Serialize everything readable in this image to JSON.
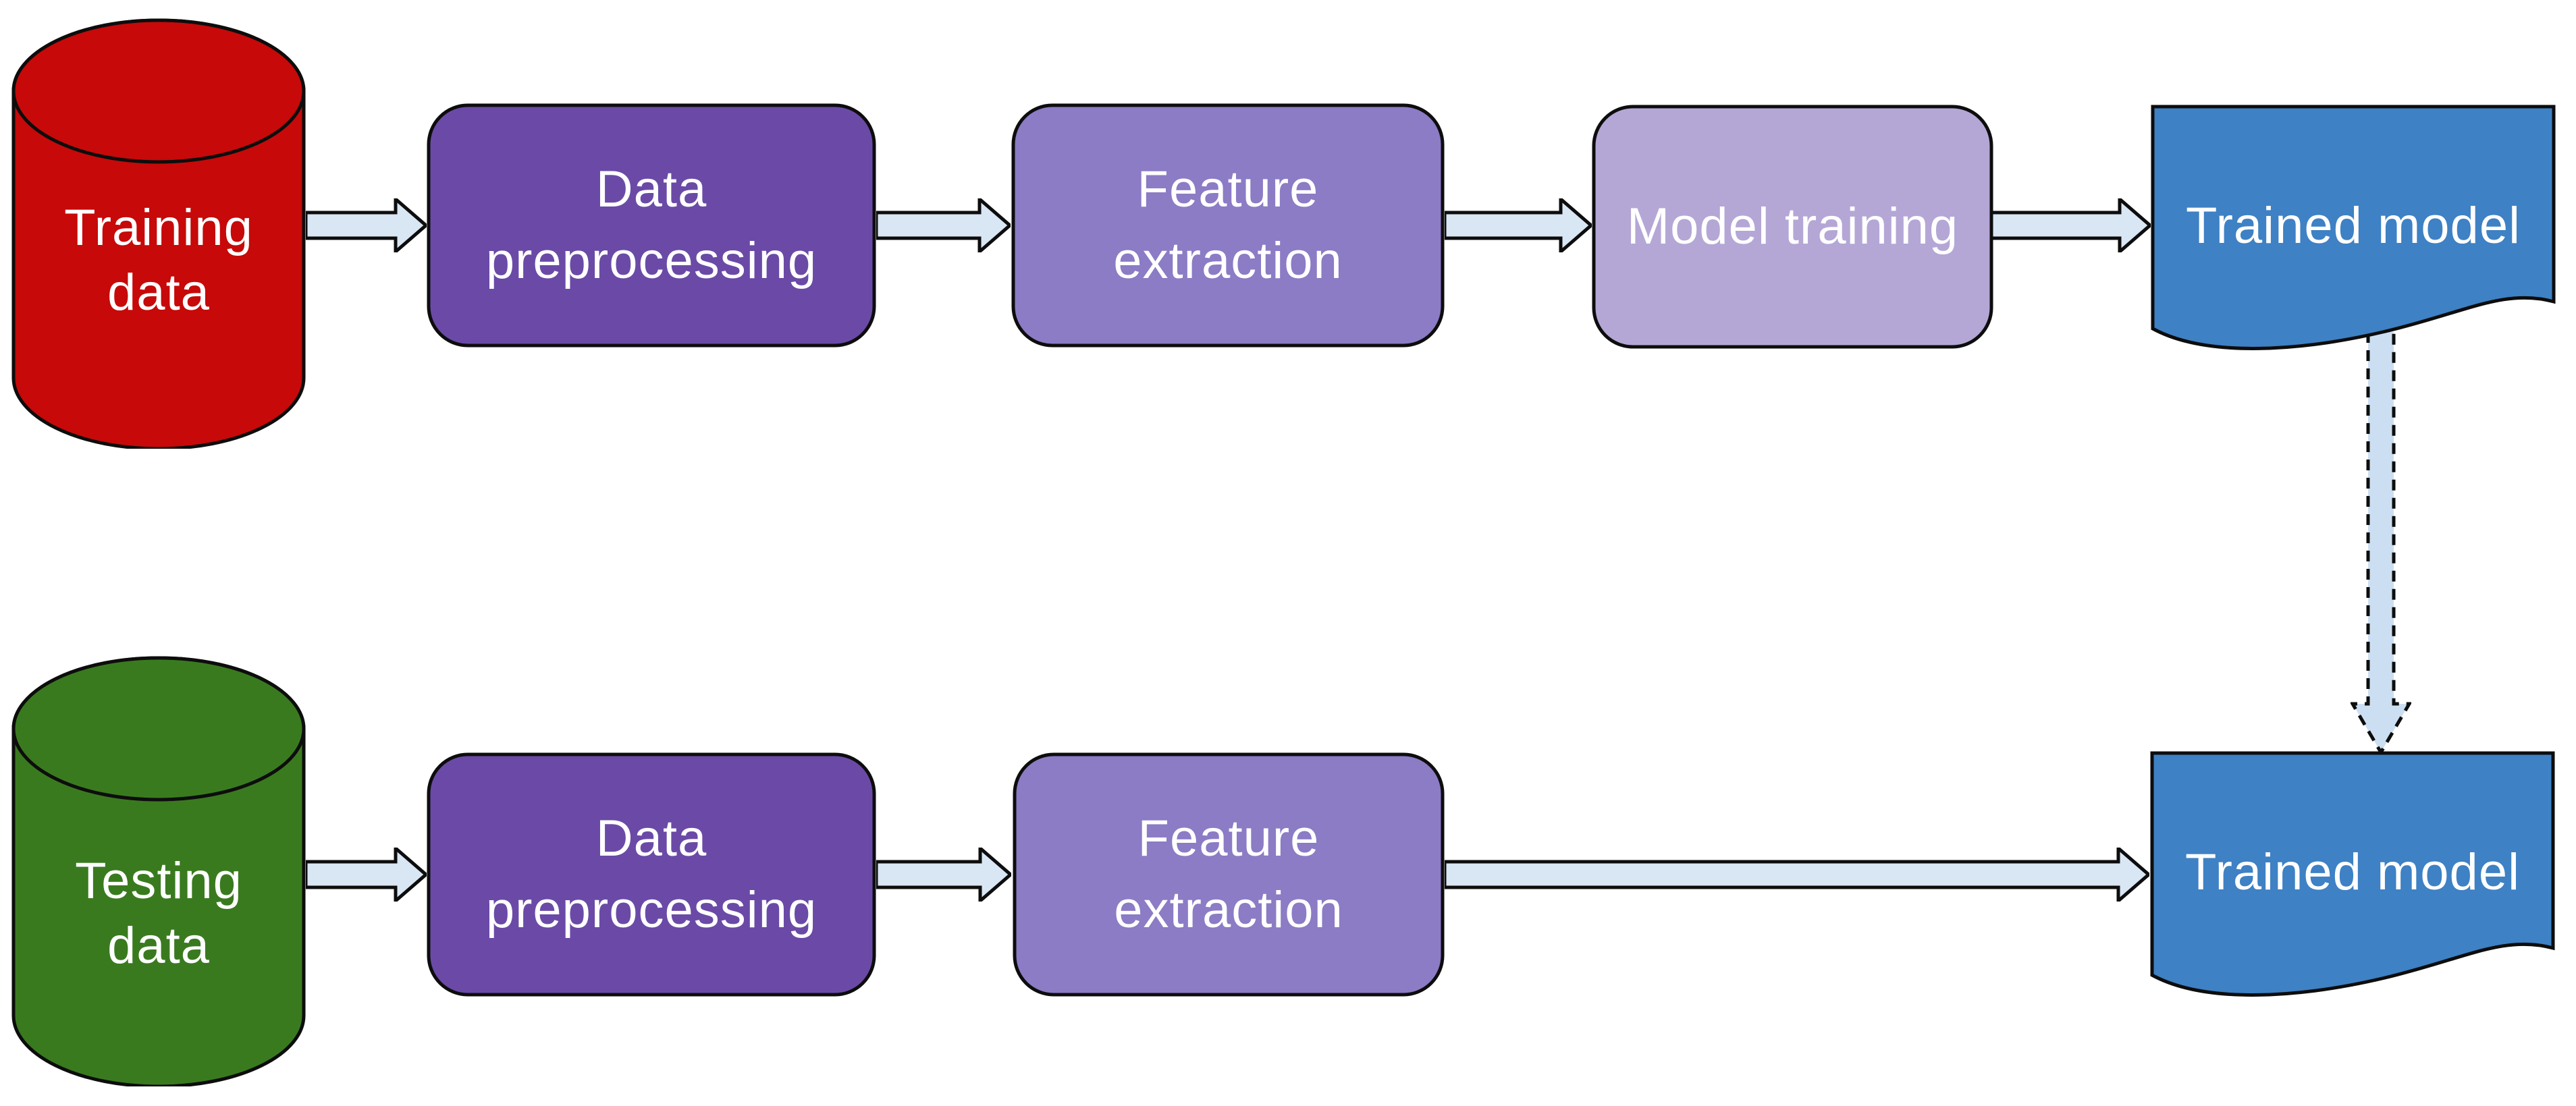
{
  "diagram": {
    "background": "#ffffff",
    "colors": {
      "training_data": "#c70909",
      "testing_data": "#3a7a1f",
      "data_preprocessing": "#6a4aa6",
      "feature_extraction": "#8c7bc5",
      "model_training": "#b4a7d6",
      "trained_model": "#3e81c4",
      "arrow_fill": "#d9e6f4",
      "dashed_arrow_fill": "#ccdff2",
      "outline": "#0d0d0d",
      "text": "#ffffff"
    },
    "icons": {
      "source_shape": "database-cylinder",
      "output_shape": "document-wave",
      "solid_connector": "right-block-arrow",
      "dashed_connector": "down-dashed-block-arrow"
    },
    "top_row": {
      "source": {
        "label": "Training\ndata",
        "shape": "cylinder"
      },
      "steps": [
        {
          "label": "Data\npreprocessing"
        },
        {
          "label": "Feature\nextraction"
        },
        {
          "label": "Model training"
        }
      ],
      "output": {
        "label": "Trained model",
        "shape": "document"
      }
    },
    "bottom_row": {
      "source": {
        "label": "Testing\ndata",
        "shape": "cylinder"
      },
      "steps": [
        {
          "label": "Data\npreprocessing"
        },
        {
          "label": "Feature\nextraction"
        }
      ],
      "output": {
        "label": "Trained model",
        "shape": "document"
      }
    }
  }
}
